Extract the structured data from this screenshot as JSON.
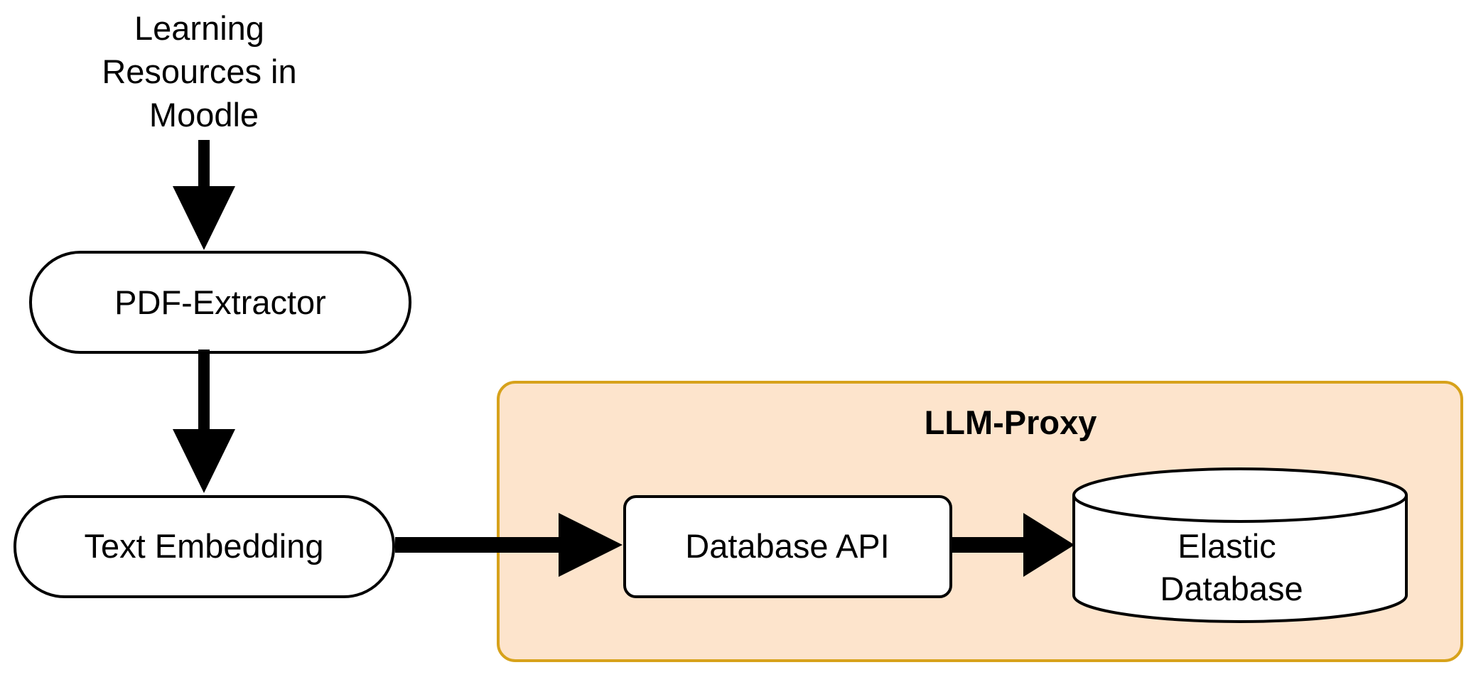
{
  "diagram": {
    "source": {
      "label_lines": [
        "Learning",
        "Resources in",
        "Moodle"
      ]
    },
    "nodes": {
      "pdf_extractor": "PDF-Extractor",
      "text_embedding": "Text Embedding",
      "database_api": "Database API",
      "elastic_database_lines": [
        "Elastic",
        "Database"
      ]
    },
    "group": {
      "title": "LLM-Proxy",
      "fill_color": "#fde4cc",
      "border_color": "#d7a21b"
    }
  }
}
